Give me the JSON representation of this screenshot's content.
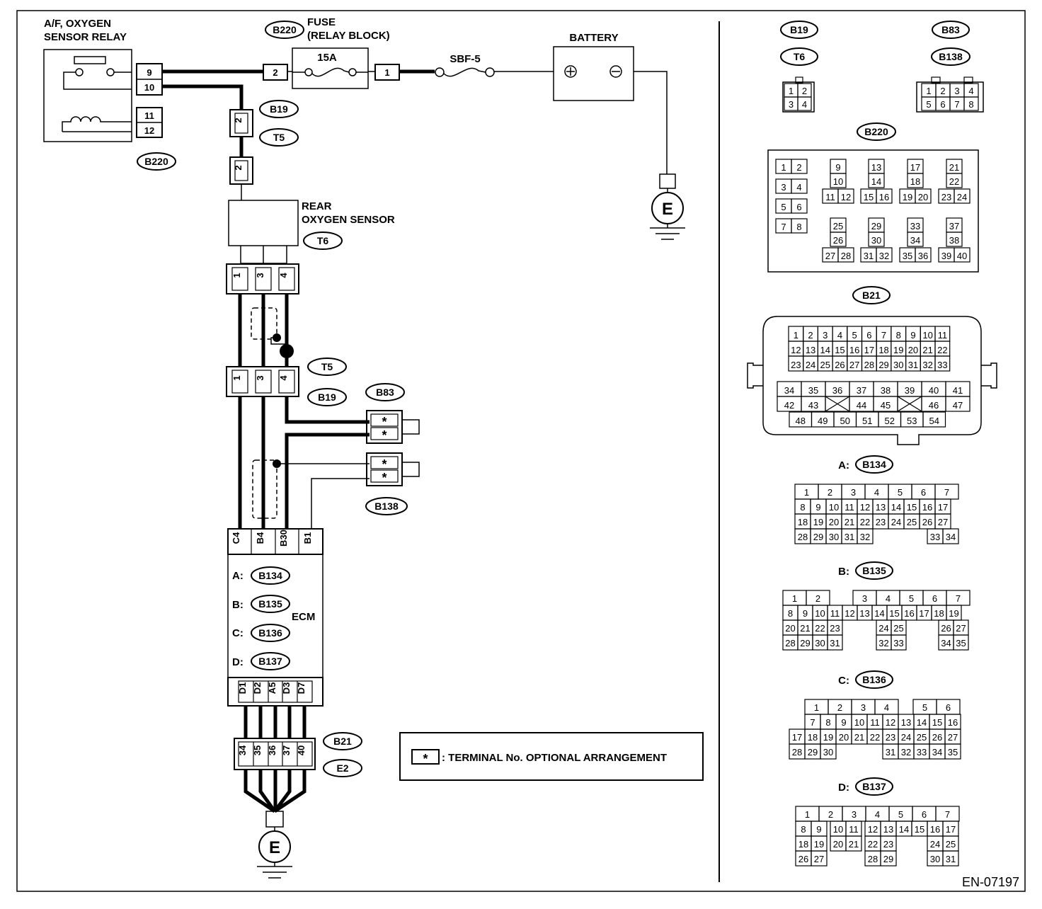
{
  "labels": {
    "af_relay": [
      "A/F, OXYGEN",
      "SENSOR RELAY"
    ],
    "fuse": [
      "FUSE",
      "(RELAY BLOCK)"
    ],
    "fuse_rating": "15A",
    "sbf": "SBF-5",
    "battery": "BATTERY",
    "rear_o2": [
      "REAR",
      "OXYGEN SENSOR"
    ],
    "ecm": "ECM",
    "ground": "E",
    "legend_star": "*",
    "legend_text": ": TERMINAL No. OPTIONAL ARRANGEMENT",
    "doc_code": "EN-07197"
  },
  "connectors": {
    "relay_conn": "B220",
    "fuse_conn": "B220",
    "b19": "B19",
    "t5": "T5",
    "t6": "T6",
    "b83": "B83",
    "b138": "B138",
    "b21": "B21",
    "e2": "E2",
    "ecm_a": {
      "prefix": "A:",
      "id": "B134"
    },
    "ecm_b": {
      "prefix": "B:",
      "id": "B135"
    },
    "ecm_c": {
      "prefix": "C:",
      "id": "B136"
    },
    "ecm_d": {
      "prefix": "D:",
      "id": "B137"
    }
  },
  "pins": {
    "relay": [
      "9",
      "10",
      "11",
      "12"
    ],
    "fuse_left": "2",
    "fuse_right": "1",
    "b19_t5_top": "2",
    "b19_t5_bottom": "2",
    "t6": [
      "1",
      "3",
      "4"
    ],
    "t5": [
      "1",
      "3",
      "4"
    ],
    "b83": [
      "*",
      "*"
    ],
    "b138": [
      "*",
      "*"
    ],
    "ecm_top": [
      "C4",
      "B4",
      "B30",
      "B1"
    ],
    "ecm_bottom": [
      "D1",
      "D2",
      "A5",
      "D3",
      "D7"
    ],
    "b21": [
      "34",
      "35",
      "36",
      "37",
      "40"
    ]
  },
  "right_panel": {
    "ov_b19": "B19",
    "ov_t6": "T6",
    "ov_b83": "B83",
    "ov_b138": "B138",
    "ov_b220": "B220",
    "ov_b21": "B21",
    "b134_prefix": "A:",
    "b134": "B134",
    "b135_prefix": "B:",
    "b135": "B135",
    "b136_prefix": "C:",
    "b136": "B136",
    "b137_prefix": "D:",
    "b137": "B137",
    "conn4": [
      [
        "1",
        "2"
      ],
      [
        "3",
        "4"
      ]
    ],
    "conn8": [
      [
        "1",
        "2",
        "3",
        "4"
      ],
      [
        "5",
        "6",
        "7",
        "8"
      ]
    ],
    "b220_left": [
      "1",
      "2",
      "3",
      "4",
      "5",
      "6",
      "7",
      "8"
    ],
    "b220_groups": [
      [
        "9",
        "10",
        "11",
        "12"
      ],
      [
        "13",
        "14",
        "15",
        "16"
      ],
      [
        "17",
        "18",
        "19",
        "20"
      ],
      [
        "21",
        "22",
        "23",
        "24"
      ],
      [
        "25",
        "26",
        "27",
        "28"
      ],
      [
        "29",
        "30",
        "31",
        "32"
      ],
      [
        "33",
        "34",
        "35",
        "36"
      ],
      [
        "37",
        "38",
        "39",
        "40"
      ]
    ],
    "b21_rows": [
      [
        "1",
        "2",
        "3",
        "4",
        "5",
        "6",
        "7",
        "8",
        "9",
        "10",
        "11"
      ],
      [
        "12",
        "13",
        "14",
        "15",
        "16",
        "17",
        "18",
        "19",
        "20",
        "21",
        "22"
      ],
      [
        "23",
        "24",
        "25",
        "26",
        "27",
        "28",
        "29",
        "30",
        "31",
        "32",
        "33"
      ],
      [
        "34",
        "35",
        "36",
        "37",
        "38",
        "39",
        "40",
        "41"
      ],
      [
        "42",
        "43",
        "",
        "44",
        "45",
        "",
        "46",
        "47"
      ],
      [
        "48",
        "49",
        "50",
        "51",
        "52",
        "53",
        "54"
      ]
    ],
    "b134_rows": [
      [
        "1",
        "2",
        "3",
        "4",
        "5",
        "6",
        "7"
      ],
      [
        "8",
        "9",
        "10",
        "11",
        "12",
        "13",
        "14",
        "15",
        "16",
        "17"
      ],
      [
        "18",
        "19",
        "20",
        "21",
        "22",
        "23",
        "24",
        "25",
        "26",
        "27"
      ],
      [
        "28",
        "29",
        "30",
        "31",
        "32",
        "33",
        "34"
      ]
    ],
    "b135_rows": [
      [
        "1",
        "2",
        "3",
        "4",
        "5",
        "6",
        "7"
      ],
      [
        "8",
        "9",
        "10",
        "11",
        "12",
        "13",
        "14",
        "15",
        "16",
        "17",
        "18",
        "19"
      ],
      [
        "20",
        "21",
        "22",
        "23",
        "24",
        "25",
        "26",
        "27"
      ],
      [
        "28",
        "29",
        "30",
        "31",
        "32",
        "33",
        "34",
        "35"
      ]
    ],
    "b136_rows": [
      [
        "1",
        "2",
        "3",
        "4",
        "5",
        "6"
      ],
      [
        "7",
        "8",
        "9",
        "10",
        "11",
        "12",
        "13",
        "14",
        "15",
        "16"
      ],
      [
        "17",
        "18",
        "19",
        "20",
        "21",
        "22",
        "23",
        "24",
        "25",
        "26",
        "27"
      ],
      [
        "28",
        "29",
        "30",
        "31",
        "32",
        "33",
        "34",
        "35"
      ]
    ],
    "b137_rows": [
      [
        "1",
        "2",
        "3",
        "4",
        "5",
        "6",
        "7"
      ],
      [
        "8",
        "9",
        "10",
        "11",
        "12",
        "13",
        "14",
        "15",
        "16",
        "17"
      ],
      [
        "18",
        "19",
        "20",
        "21",
        "22",
        "23",
        "24",
        "25"
      ],
      [
        "26",
        "27",
        "28",
        "29",
        "30",
        "31"
      ]
    ]
  }
}
